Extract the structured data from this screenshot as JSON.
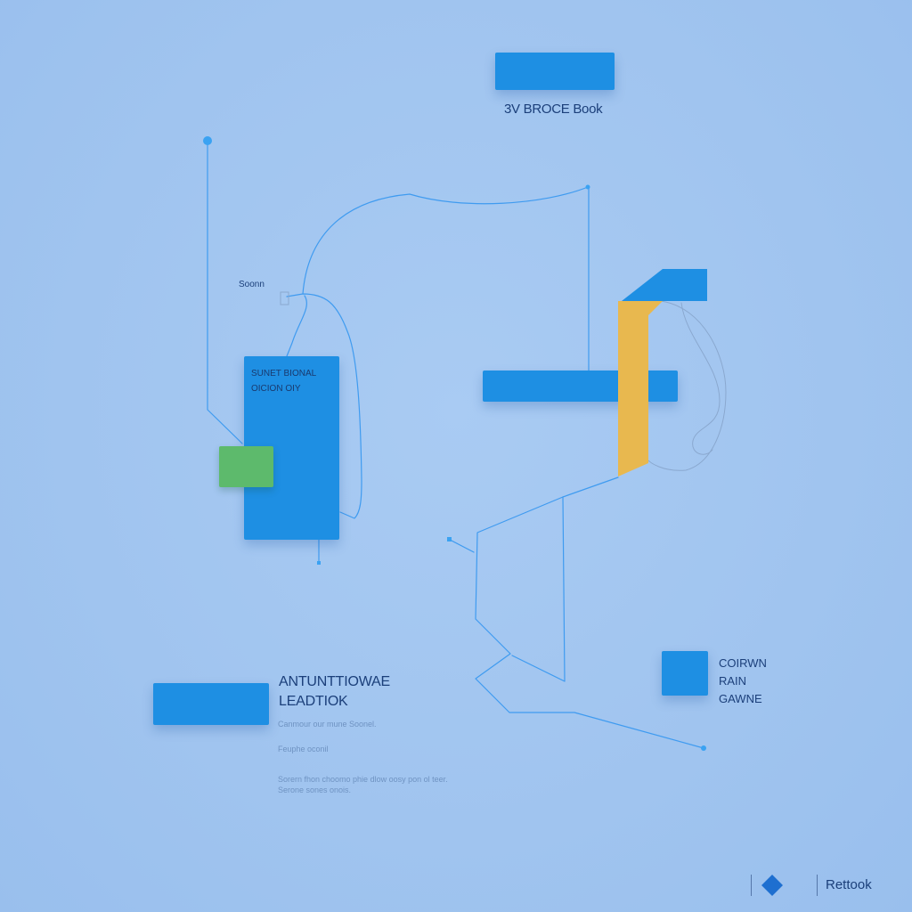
{
  "top_caption": "3V BROCE Book",
  "tiny_label": "Soonn",
  "panel_text_line1": "SUNET BIONAL",
  "panel_text_line2": "OICION OIY",
  "heading": {
    "line1": "ANTUNTTIOWAE",
    "line2": "LEADTIOK"
  },
  "desc": {
    "line1": "Canmour our mune Soonel.",
    "line2": "Feuphe oconil",
    "line3": "Sorern fhon choomo phie dlow oosy pon ol teer.",
    "line4": "Serone sones onois."
  },
  "side_label": {
    "line1": "COIRWN",
    "line2": "RAIN",
    "line3": "GAWNE"
  },
  "footer": {
    "brand_text": "Rettook",
    "logo_icon": "diamond-icon"
  },
  "colors": {
    "background": "#a0c4ef",
    "block_blue": "#1e8fe3",
    "accent_green": "#5dba6c",
    "accent_yellow": "#e8b84f",
    "wire": "#3f9bf0",
    "text_dark": "#1b3f7a"
  }
}
